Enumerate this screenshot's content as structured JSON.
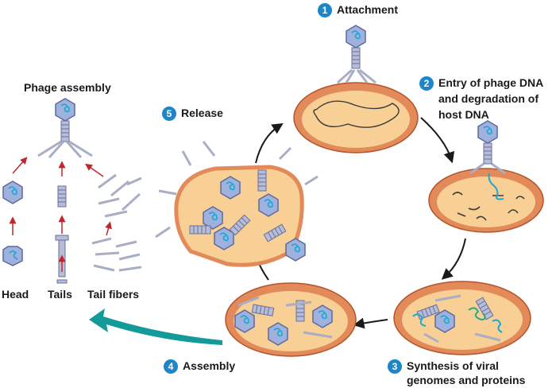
{
  "steps": [
    {
      "num": "1",
      "label": "Attachment"
    },
    {
      "num": "2",
      "line1": "Entry of phage DNA",
      "line2": "and degradation of",
      "line3": "host DNA"
    },
    {
      "num": "3",
      "line1": "Synthesis of viral",
      "line2": "genomes and proteins"
    },
    {
      "num": "4",
      "label": "Assembly"
    },
    {
      "num": "5",
      "label": "Release"
    }
  ],
  "assembly": {
    "title": "Phage assembly",
    "head": "Head",
    "tails": "Tails",
    "tail_fibers": "Tail fibers"
  },
  "colors": {
    "cell_outer": "#e28a5a",
    "cell_inner": "#f8cf94",
    "cell_stroke": "#b5542c",
    "phage_head": "#9fb1dc",
    "phage_stroke": "#5c6a9e",
    "dna_blue": "#19a8d6",
    "dna_green": "#2aa88a",
    "badge": "#1e86c8",
    "big_arrow": "#159a9a",
    "arrow": "#1a1a1a",
    "red_arrow": "#c0262d"
  }
}
